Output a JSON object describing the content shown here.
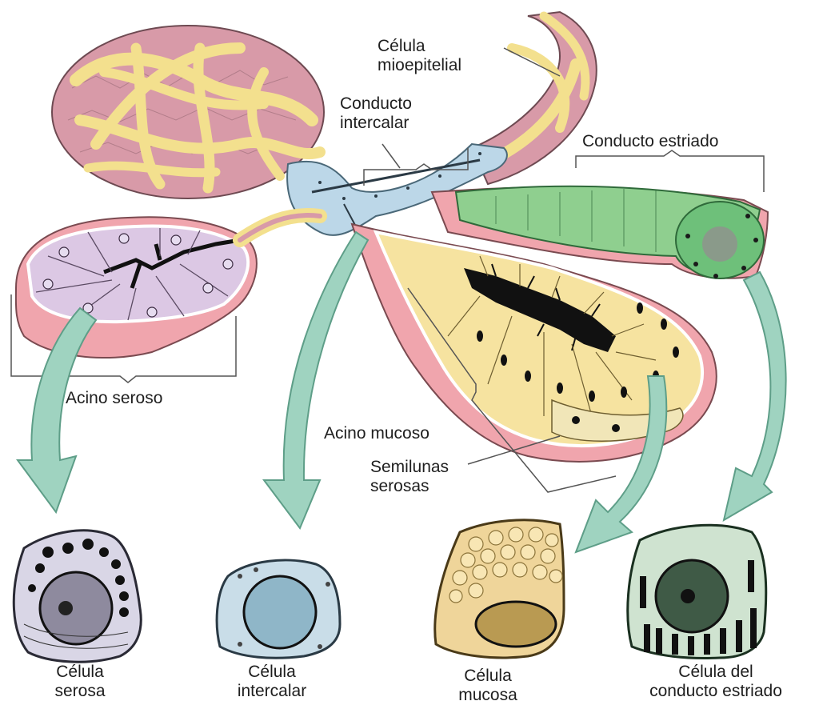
{
  "labels": {
    "celula_mioepitelial": [
      "Célula",
      "mioepitelial"
    ],
    "conducto_intercalar": [
      "Conducto",
      "intercalar"
    ],
    "conducto_estriado": "Conducto estriado",
    "acino_seroso": "Acino seroso",
    "acino_mucoso": "Acino mucoso",
    "semilunas_serosas": [
      "Semilunas",
      "serosas"
    ]
  },
  "cells": [
    {
      "id": "serosa",
      "lines": [
        "Célula",
        "serosa"
      ],
      "color": "#d9d6e6"
    },
    {
      "id": "intercalar",
      "lines": [
        "Célula",
        "intercalar"
      ],
      "color": "#c9dde8"
    },
    {
      "id": "mucosa",
      "lines": [
        "Célula",
        "mucosa"
      ],
      "color": "#efd59a"
    },
    {
      "id": "estriado",
      "lines": [
        "Célula del",
        "conducto estriado"
      ],
      "color": "#cfe3d0"
    }
  ],
  "colors": {
    "myoepithelial": "#f3e08e",
    "serous_acinus": "#dcc8e4",
    "mucous_acinus": "#f6e3a0",
    "striated_duct": "#8fcf8f",
    "intercalated_duct": "#bcd7e8",
    "basement_tissue": "#f0a5ad",
    "arrow": "#9fd3c0"
  }
}
